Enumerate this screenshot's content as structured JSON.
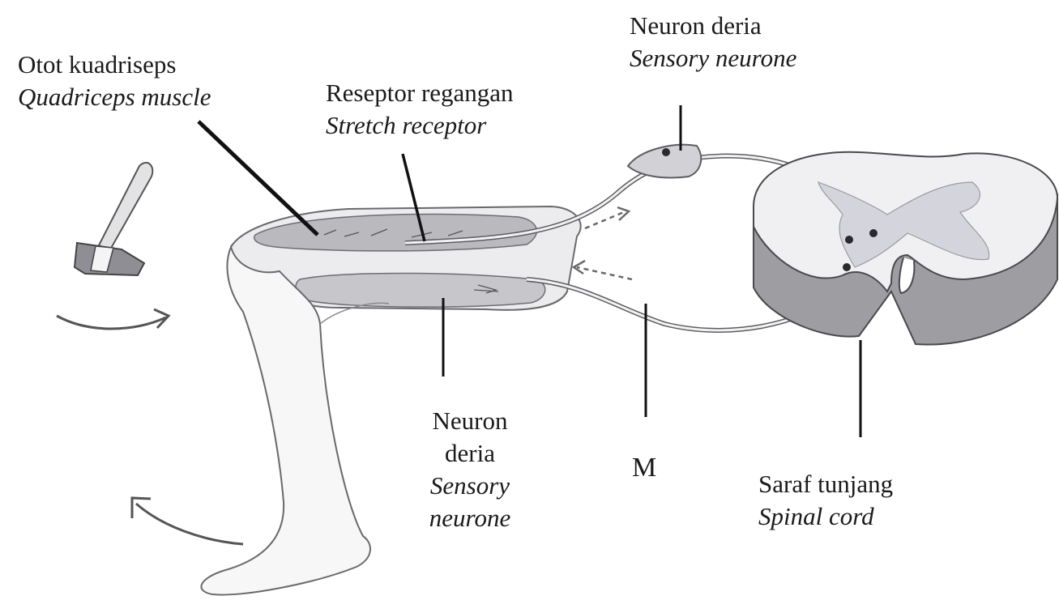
{
  "labels": {
    "quadriceps": {
      "ms": "Otot kuadriseps",
      "en": "Quadriceps muscle"
    },
    "stretch_receptor": {
      "ms": "Reseptor regangan",
      "en": "Stretch receptor"
    },
    "sensory_top": {
      "ms": "Neuron deria",
      "en": "Sensory neurone"
    },
    "sensory_bottom": {
      "ms1": "Neuron",
      "ms2": "deria",
      "en1": "Sensory",
      "en2": "neurone"
    },
    "m": "M",
    "spinal_cord": {
      "ms": "Saraf tunjang",
      "en": "Spinal cord"
    }
  },
  "colors": {
    "ink": "#1a1a1a",
    "muscle": "#b9b9be",
    "grey_matter": "#d4d4dc",
    "tissue": "#e9e9ec",
    "spinal_side": "#9d9da2"
  },
  "icons": [
    "reflex-hammer-icon",
    "curved-arrow-icon"
  ]
}
